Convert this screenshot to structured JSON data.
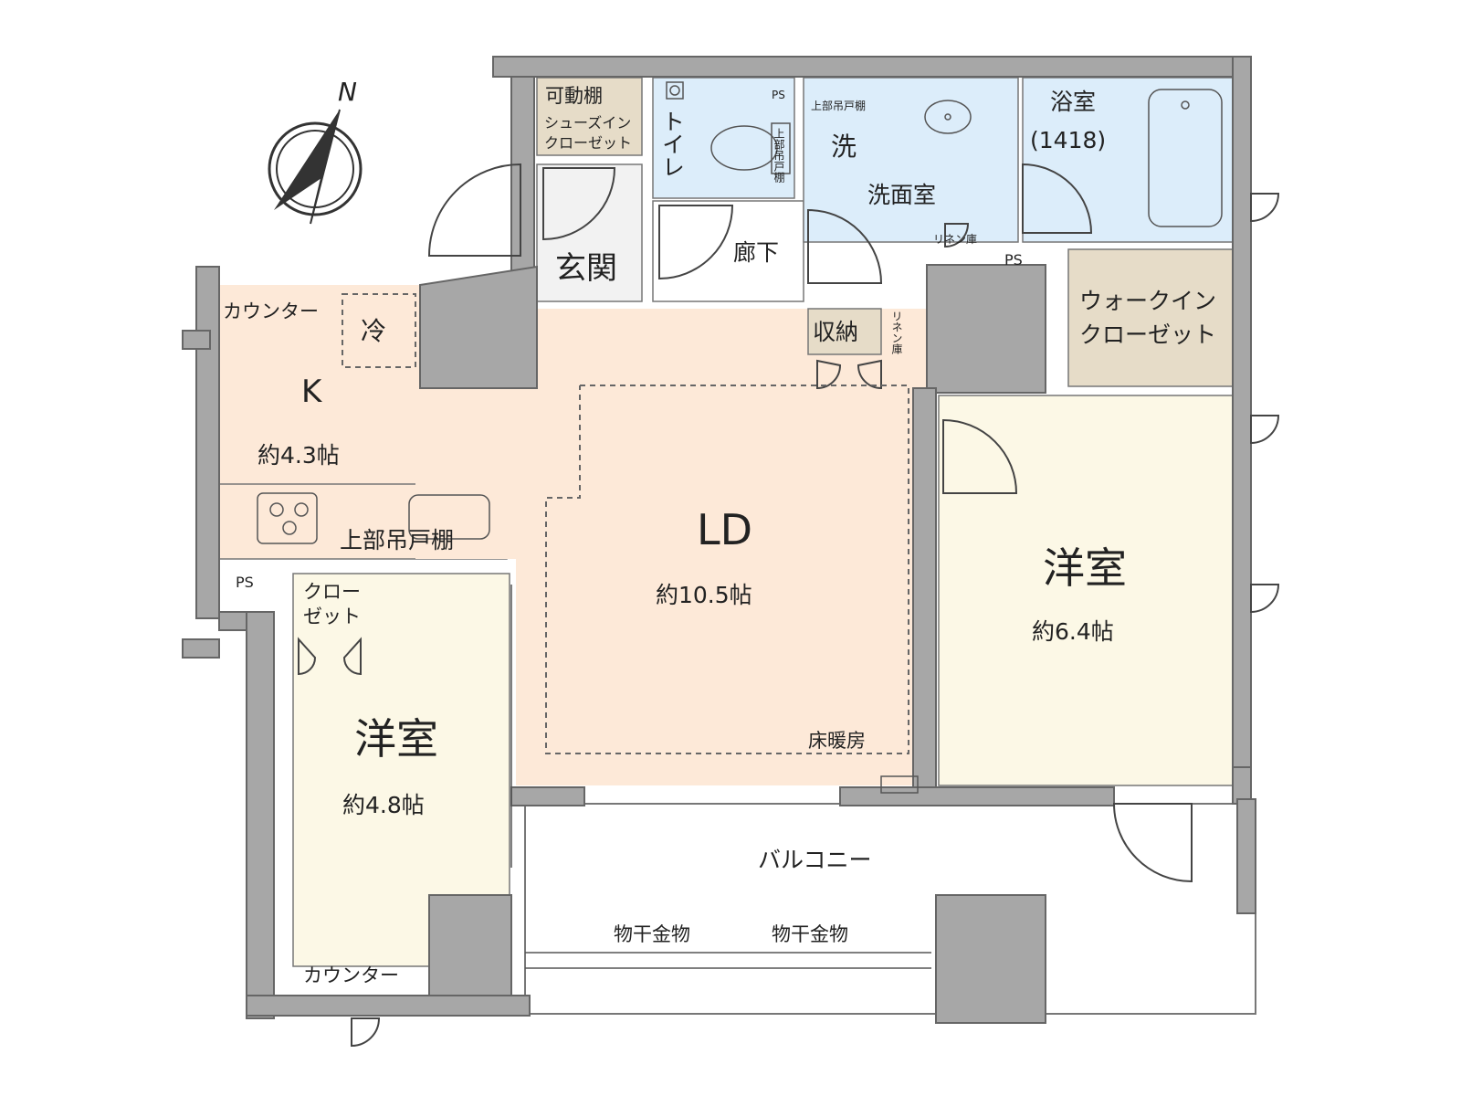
{
  "compass": {
    "label": "N"
  },
  "rooms": {
    "kitchen_name": "K",
    "kitchen_size": "約4.3帖",
    "ld_name": "LD",
    "ld_size": "約10.5帖",
    "western_right_name": "洋室",
    "western_right_size": "約6.4帖",
    "western_left_name": "洋室",
    "western_left_size": "約4.8帖",
    "entrance": "玄関",
    "hallway": "廊下",
    "toilet": "トイレ",
    "washroom": "洗面室",
    "washer": "洗",
    "bathroom": "浴室",
    "bath_size": "(1418)",
    "balcony": "バルコニー"
  },
  "fixtures": {
    "movable_shelf": "可動棚",
    "shoes_closet_1": "シューズイン",
    "shoes_closet_2": "クローゼット",
    "ps_toilet": "PS",
    "upper_cabinet_wash": "上部吊戸棚",
    "upper_cabinet_toilet": "上部吊戸棚",
    "linen_small": "リネン庫",
    "ps_mid": "PS",
    "walk_in_1": "ウォークイン",
    "walk_in_2": "クローゼット",
    "storage": "収納",
    "linen_tall": "リネン庫",
    "counter_kitchen": "カウンター",
    "fridge": "冷",
    "upper_cabinet_kitchen": "上部吊戸棚",
    "ps_left": "PS",
    "closet_1": "クロー",
    "closet_2": "ゼット",
    "floor_heating": "床暖房",
    "laundry_hanger_1": "物干金物",
    "laundry_hanger_2": "物干金物",
    "counter_bottom": "カウンター"
  },
  "colors": {
    "wall": "#a7a7a7",
    "living": "#fde9d8",
    "bedroom": "#fcf8e6",
    "wet_area": "#dcedfa",
    "storage": "#e6dcc8",
    "entrance": "#f2f2f2",
    "balcony": "#ffffff"
  }
}
